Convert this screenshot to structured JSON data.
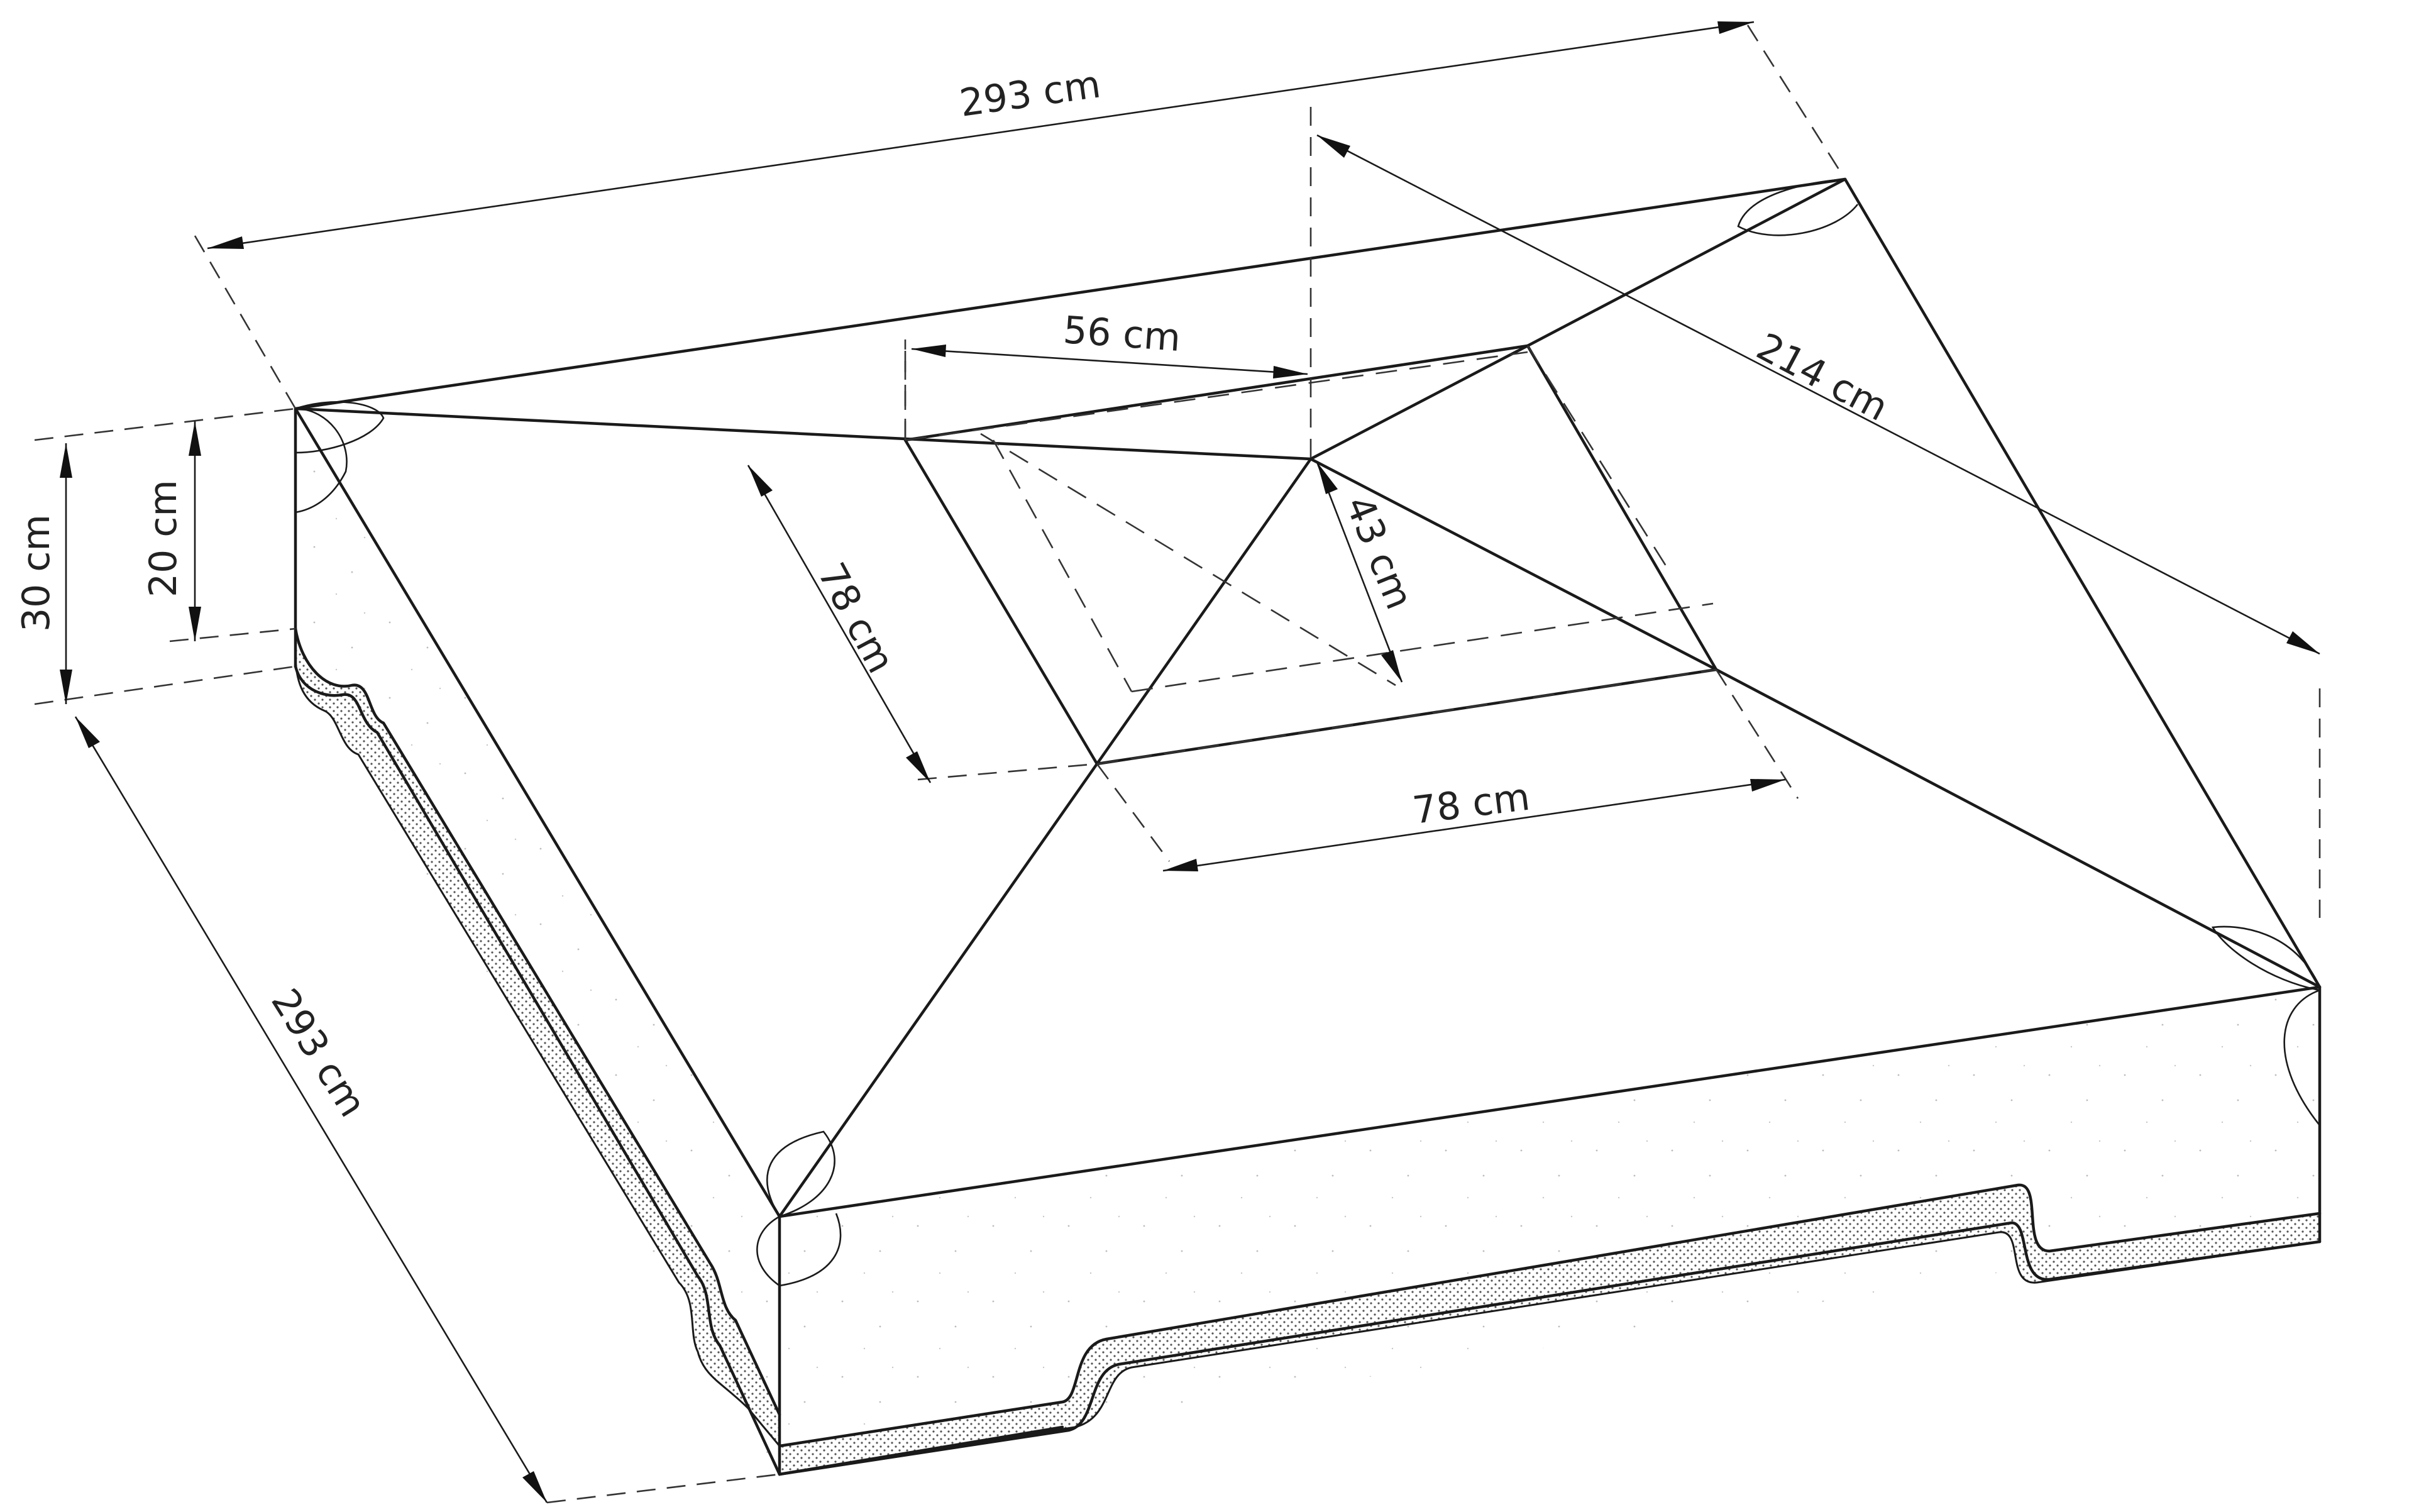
{
  "diagram": {
    "dimensions": {
      "top_length": "293 cm",
      "side_length": "293 cm",
      "diagonal": "214 cm",
      "apex_offset": "56 cm",
      "platform_depth": "78 cm",
      "platform_width": "78 cm",
      "slope_height": "43 cm",
      "total_height": "30 cm",
      "edge_height": "20 cm"
    },
    "colors": {
      "line": "#1a1a1a",
      "background": "#ffffff",
      "hatch": "#555555"
    }
  }
}
